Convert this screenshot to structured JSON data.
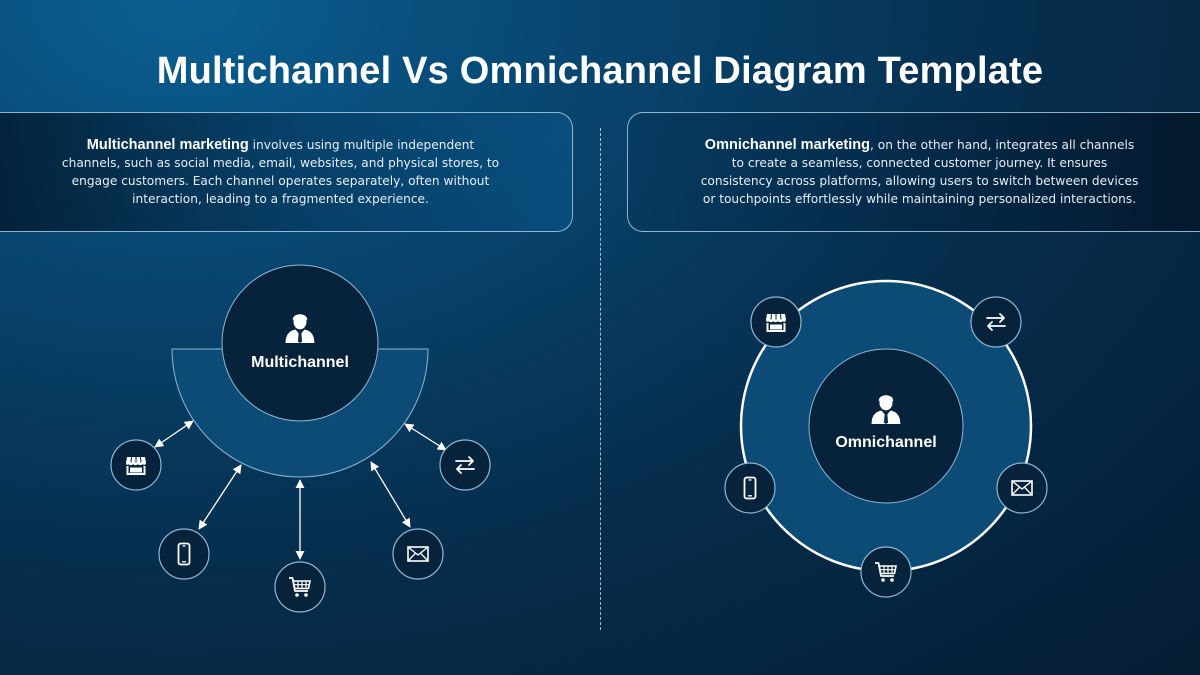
{
  "title": "Multichannel Vs Omnichannel Diagram Template",
  "multichannel": {
    "heading": "Multichannel marketing",
    "body": " involves using multiple independent channels, such as social media, email, websites, and physical stores, to engage customers. Each channel operates separately, often without interaction, leading to a fragmented experience.",
    "center_label": "Multichannel",
    "center_icon": "businessman-icon",
    "channels": [
      "store-icon",
      "mobile-phone-icon",
      "shopping-cart-icon",
      "email-icon",
      "exchange-arrows-icon"
    ]
  },
  "omnichannel": {
    "heading": "Omnichannel marketing",
    "body": ", on the other hand, integrates all channels to create a seamless, connected customer journey. It ensures consistency across platforms, allowing users to switch between devices or touchpoints effortlessly while maintaining personalized interactions.",
    "center_label": "Omnichannel",
    "center_icon": "businessman-icon",
    "channels": [
      "store-icon",
      "exchange-arrows-icon",
      "email-icon",
      "shopping-cart-icon",
      "mobile-phone-icon"
    ]
  },
  "colors": {
    "node_fill": "#07233b",
    "ring_fill": "#0b4b76",
    "stroke": "#8fb6d3",
    "arrow": "#ffffff"
  }
}
